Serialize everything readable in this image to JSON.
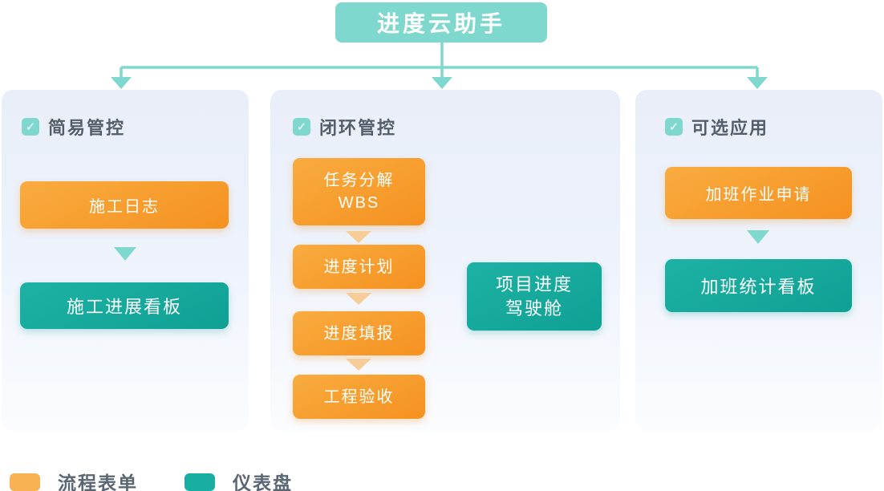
{
  "title": {
    "label": "进度云助手"
  },
  "icons": {
    "check": "✓"
  },
  "colors": {
    "accent-teal-light": "#7FD8CD",
    "accent-teal": "#17AB9D",
    "accent-orange": "#F6981F",
    "connector-teal": "#39BFB2",
    "arrow-peach": "#F6CD96",
    "panel-bg-top": "#E9EEF9",
    "header-text": "#545E6B",
    "legend-orange": "#F8B153",
    "legend-teal": "#18AFA2"
  },
  "panels": [
    {
      "header": "简易管控",
      "flow": [
        {
          "label": "施工日志",
          "type": "form"
        },
        {
          "label": "施工进展看板",
          "type": "dashboard"
        }
      ]
    },
    {
      "header": "闭环管控",
      "steps": [
        {
          "label": "任务分解\nWBS",
          "type": "form"
        },
        {
          "label": "进度计划",
          "type": "form"
        },
        {
          "label": "进度填报",
          "type": "form"
        },
        {
          "label": "工程验收",
          "type": "form"
        }
      ],
      "result": {
        "label": "项目进度\n驾驶舱",
        "type": "dashboard"
      }
    },
    {
      "header": "可选应用",
      "flow": [
        {
          "label": "加班作业申请",
          "type": "form"
        },
        {
          "label": "加班统计看板",
          "type": "dashboard"
        }
      ]
    }
  ],
  "legend": [
    {
      "label": "流程表单",
      "color": "#F8B153"
    },
    {
      "label": "仪表盘",
      "color": "#18AFA2"
    }
  ]
}
